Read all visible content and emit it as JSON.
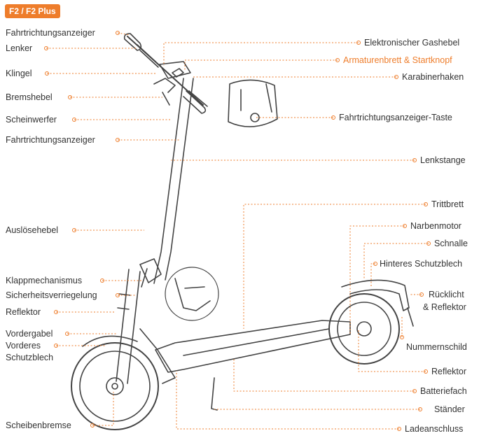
{
  "badge": "F2 / F2 Plus",
  "colors": {
    "accent": "#ee7d2b",
    "line": "#444444",
    "text": "#333333"
  },
  "labels_left": [
    {
      "id": "fahrtrichtungsanzeiger-top",
      "text": "Fahrtrichtungsanzeiger"
    },
    {
      "id": "lenker",
      "text": "Lenker"
    },
    {
      "id": "klingel",
      "text": "Klingel"
    },
    {
      "id": "bremshebel",
      "text": "Bremshebel"
    },
    {
      "id": "scheinwerfer",
      "text": "Scheinwerfer"
    },
    {
      "id": "fahrtrichtungsanzeiger-2",
      "text": "Fahrtrichtungsanzeiger"
    },
    {
      "id": "ausloesehebel",
      "text": "Auslösehebel"
    },
    {
      "id": "klappmechanismus",
      "text": "Klappmechanismus"
    },
    {
      "id": "sicherheitsverriegelung",
      "text": "Sicherheitsverriegelung"
    },
    {
      "id": "reflektor-left",
      "text": "Reflektor"
    },
    {
      "id": "vordergabel",
      "text": "Vordergabel"
    },
    {
      "id": "vorderes-schutzblech-1",
      "text": "Vorderes"
    },
    {
      "id": "vorderes-schutzblech-2",
      "text": "Schutzblech"
    },
    {
      "id": "scheibenbremse",
      "text": "Scheibenbremse"
    }
  ],
  "labels_right": [
    {
      "id": "gashebel",
      "text": "Elektronischer Gashebel"
    },
    {
      "id": "armaturenbrett",
      "text": "Armaturenbrett & Startknopf"
    },
    {
      "id": "karabinerhaken",
      "text": "Karabinerhaken"
    },
    {
      "id": "fahrtrichtungsanzeiger-taste",
      "text": "Fahrtrichtungsanzeiger-Taste"
    },
    {
      "id": "lenkstange",
      "text": "Lenkstange"
    },
    {
      "id": "trittbrett",
      "text": "Trittbrett"
    },
    {
      "id": "nabenmotor",
      "text": "Narbenmotor"
    },
    {
      "id": "schnalle",
      "text": "Schnalle"
    },
    {
      "id": "hinteres-schutzblech",
      "text": "Hinteres Schutzblech"
    },
    {
      "id": "ruecklicht-1",
      "text": "Rücklicht"
    },
    {
      "id": "ruecklicht-2",
      "text": "& Reflektor"
    },
    {
      "id": "nummernschild",
      "text": "Nummernschild"
    },
    {
      "id": "reflektor-right",
      "text": "Reflektor"
    },
    {
      "id": "batteriefach",
      "text": "Batteriefach"
    },
    {
      "id": "staender",
      "text": "Ständer"
    },
    {
      "id": "ladeanschluss",
      "text": "Ladeanschluss"
    }
  ]
}
